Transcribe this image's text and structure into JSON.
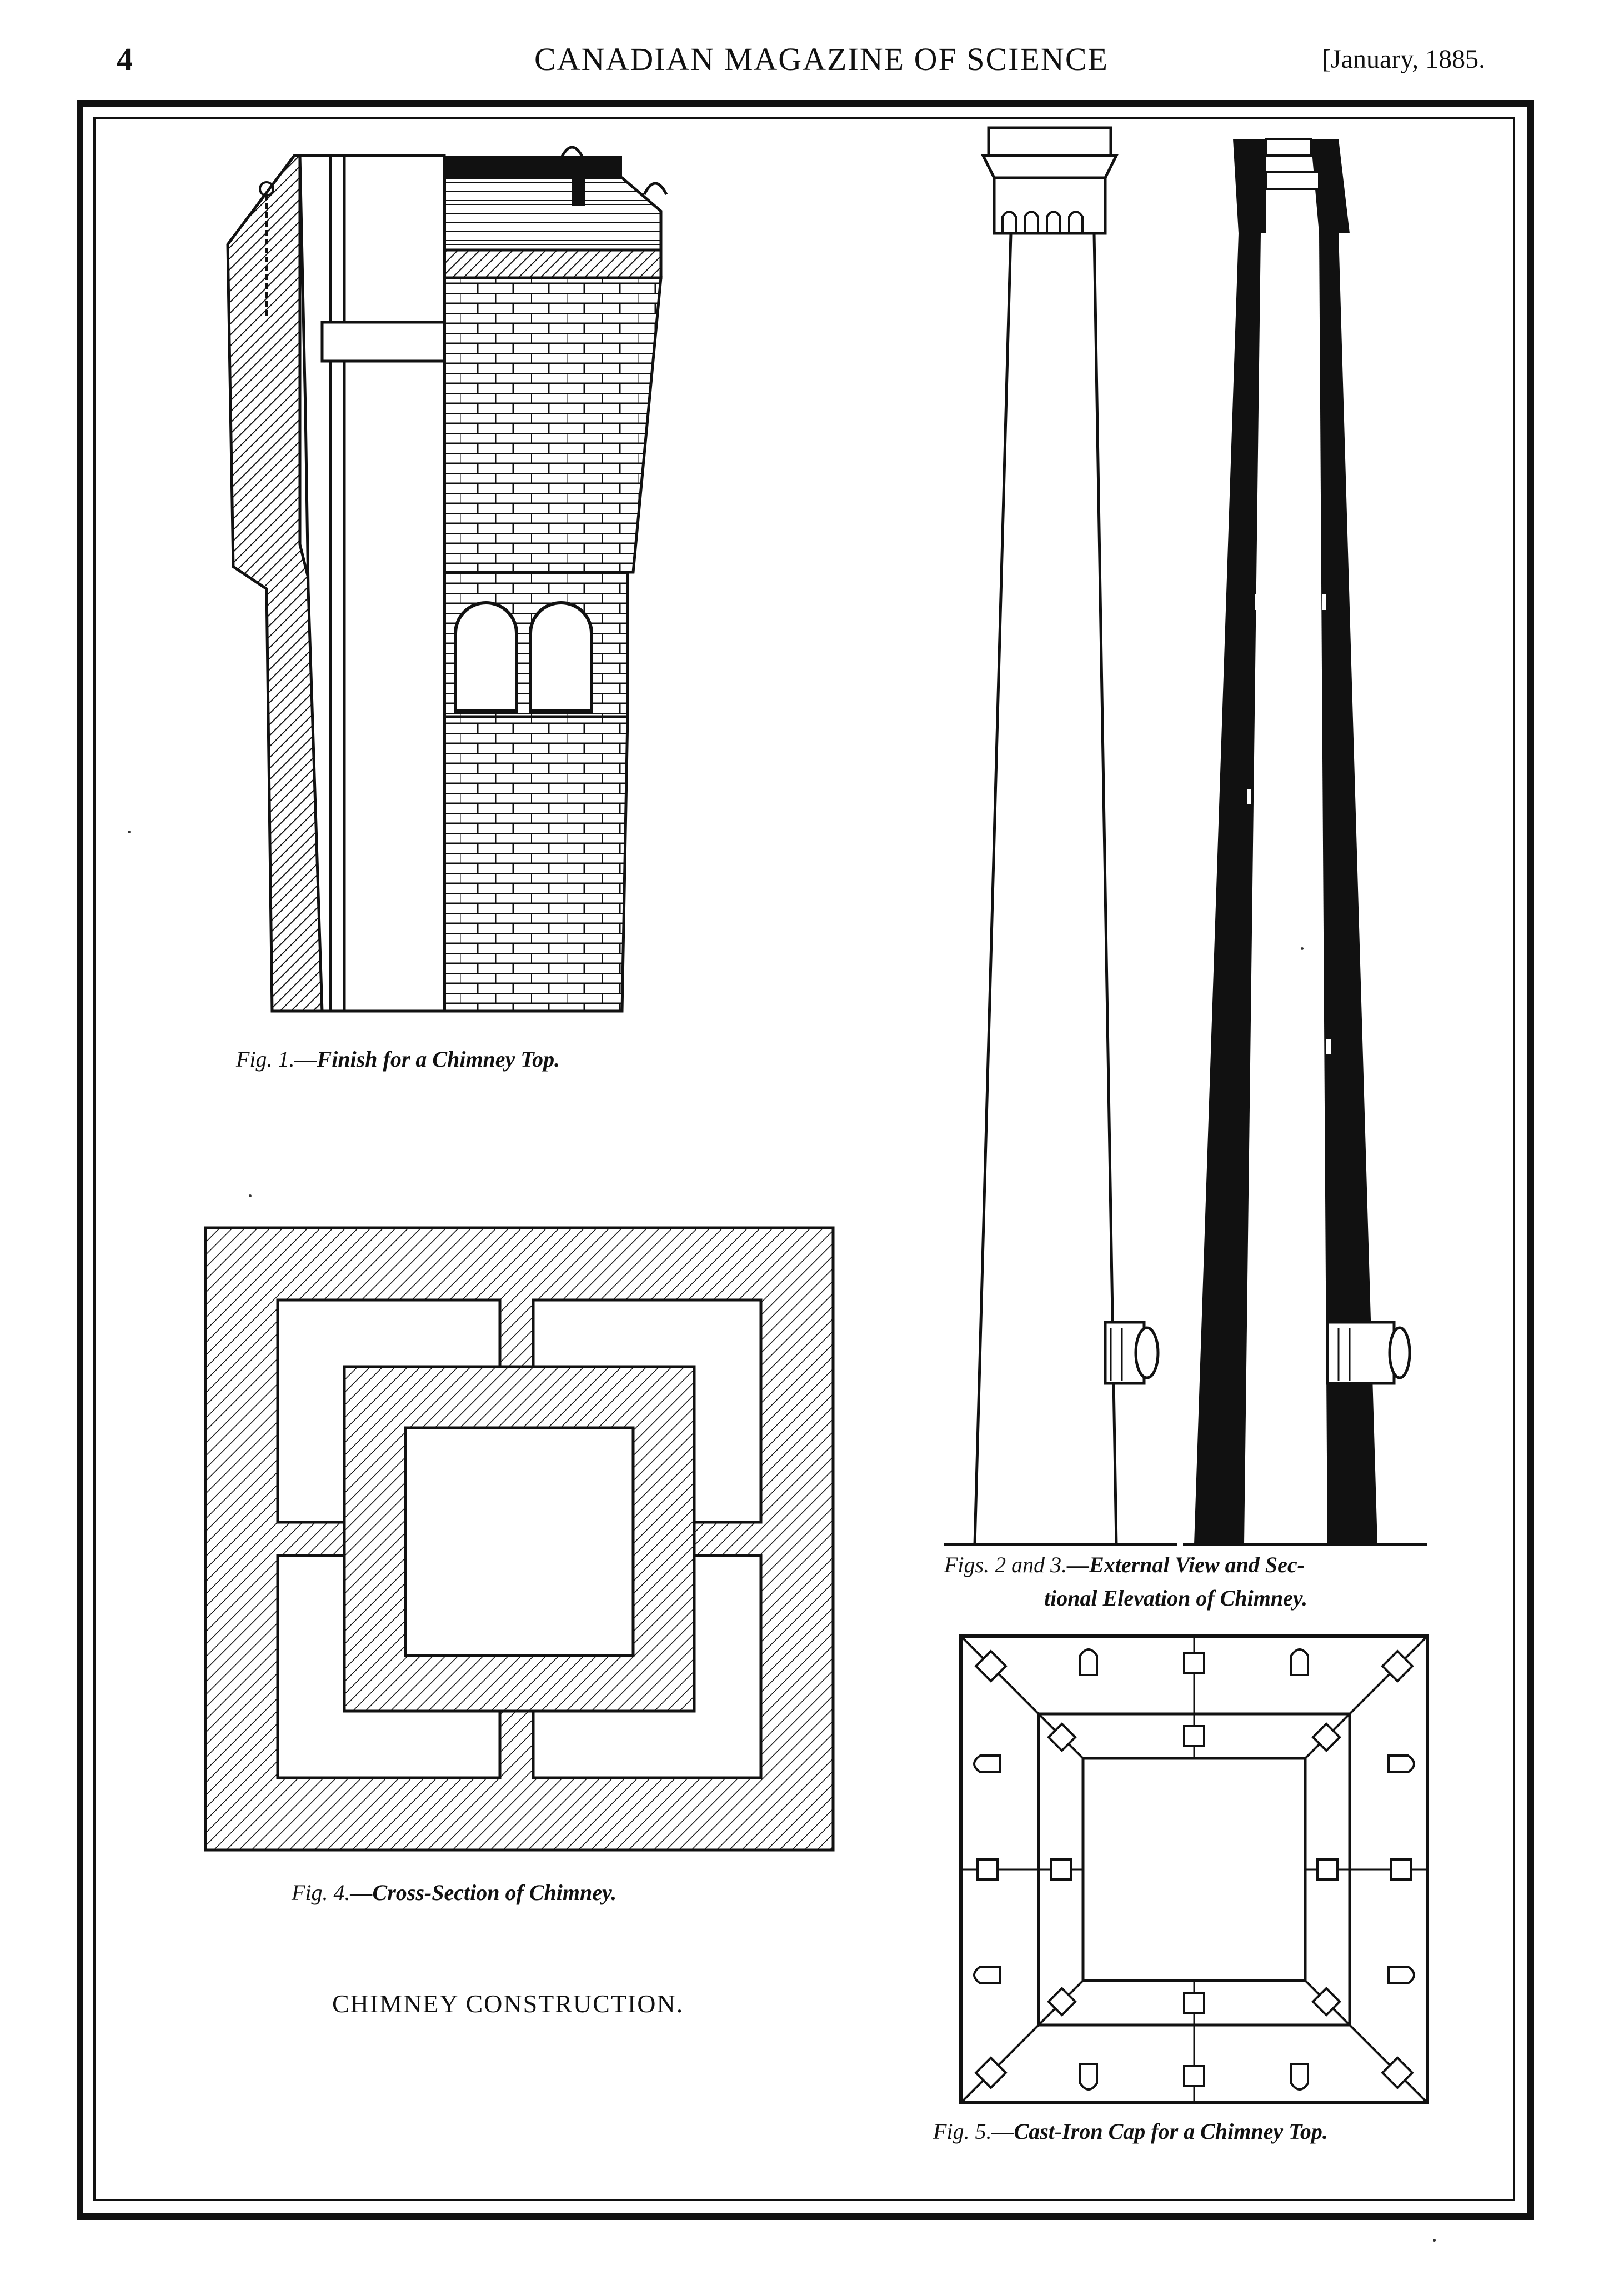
{
  "header": {
    "page_number": "4",
    "running_title": "CANADIAN MAGAZINE OF SCIENCE",
    "issue_date": "[January, 1885."
  },
  "figures": {
    "fig1": {
      "label": "Fig. 1.",
      "caption": "—Finish for a Chimney Top."
    },
    "fig23": {
      "label": "Figs. 2 and 3.",
      "caption_line1": "—External View and Sec-",
      "caption_line2": "tional Elevation of Chimney."
    },
    "fig4": {
      "label": "Fig. 4.",
      "caption": "—Cross-Section of Chimney."
    },
    "fig5": {
      "label": "Fig. 5.",
      "caption": "—Cast-Iron Cap for a Chimney Top."
    }
  },
  "plate_title": "CHIMNEY CONSTRUCTION.",
  "colors": {
    "ink": "#111111",
    "paper": "#ffffff"
  }
}
